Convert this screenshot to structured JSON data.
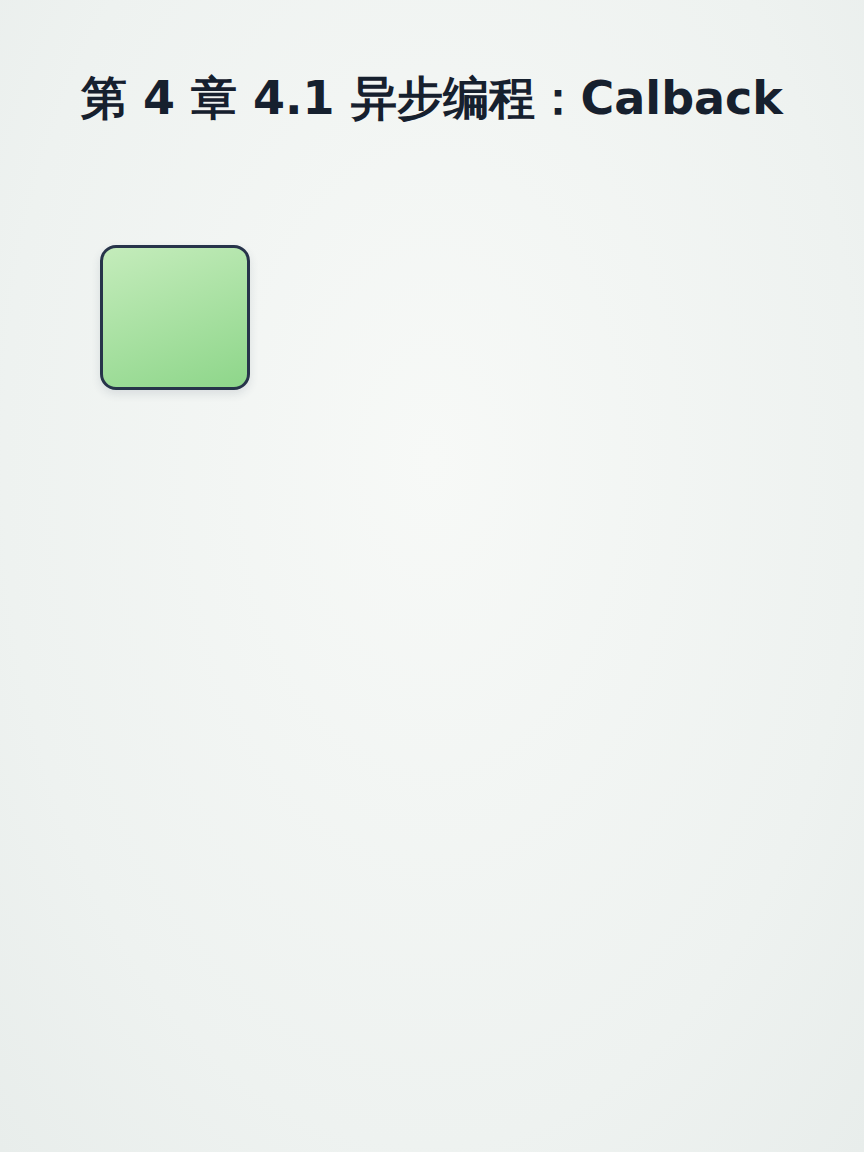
{
  "diagram": {
    "title": "第 4 章 4.1 异步编程：Calback",
    "nodes": [
      {
        "text": []
      },
      {
        "text": []
      },
      {
        "text": []
      },
      {
        "text": []
      },
      {
        "text": []
      },
      {
        "text": []
      },
      {
        "text": []
      },
      {
        "text": []
      },
      {
        "text": []
      }
    ],
    "edges": [
      {
        "from": 0,
        "to": 1,
        "arrow": "to"
      },
      {
        "from": 1,
        "to": 2,
        "arrow": "to"
      },
      {
        "from": 0,
        "to": 3,
        "arrow": "to"
      },
      {
        "from": 1,
        "to": 4,
        "arrow": "none"
      },
      {
        "from": 2,
        "to": 5,
        "arrow": "to"
      },
      {
        "from": 2,
        "to": 5,
        "arrow": "none"
      },
      {
        "from": 4,
        "to": 2,
        "arrow": "to"
      },
      {
        "from": 3,
        "to": 4,
        "arrow": "to"
      },
      {
        "from": 4,
        "to": 5,
        "arrow": "to"
      },
      {
        "from": 3,
        "to": 4,
        "arrow": "to"
      },
      {
        "from": 3,
        "to": 6,
        "arrow": "none"
      },
      {
        "from": 4,
        "to": 7,
        "arrow": "to"
      },
      {
        "from": 5,
        "to": 8,
        "arrow": "to"
      },
      {
        "from": 6,
        "to": 7,
        "arrow": "to"
      },
      {
        "from": 7,
        "to": 8,
        "arrow": "to"
      }
    ]
  }
}
